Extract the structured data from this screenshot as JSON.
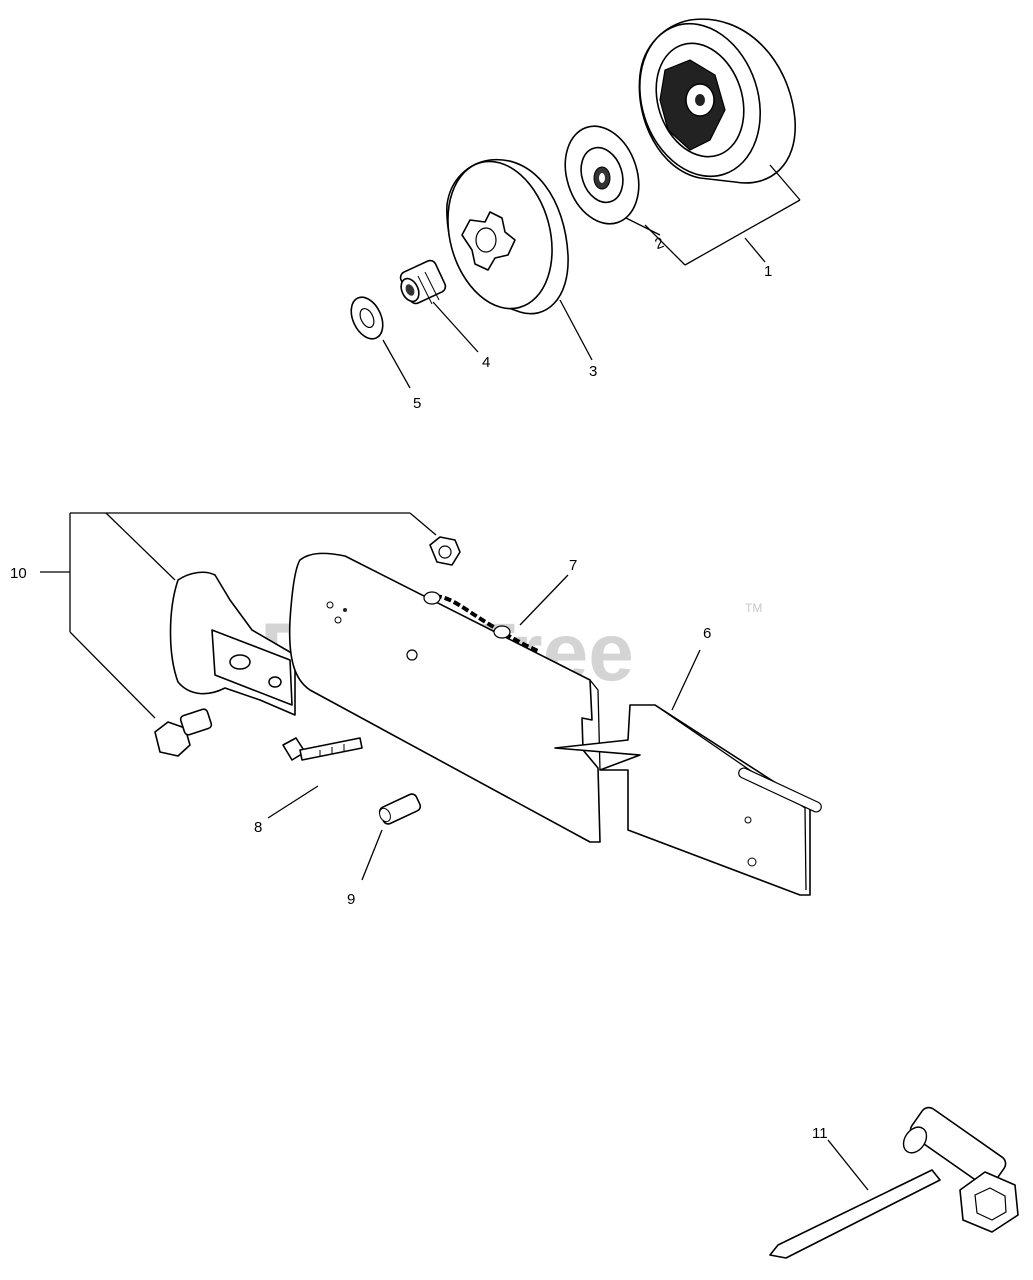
{
  "watermark": {
    "text": "PartsTree",
    "tm": "TM"
  },
  "callouts": [
    {
      "id": "1",
      "label": "1"
    },
    {
      "id": "2",
      "label": "2"
    },
    {
      "id": "3",
      "label": "3"
    },
    {
      "id": "4",
      "label": "4"
    },
    {
      "id": "5",
      "label": "5"
    },
    {
      "id": "6",
      "label": "6"
    },
    {
      "id": "7",
      "label": "7"
    },
    {
      "id": "8",
      "label": "8"
    },
    {
      "id": "9",
      "label": "9"
    },
    {
      "id": "10",
      "label": "10"
    },
    {
      "id": "11",
      "label": "11"
    }
  ]
}
